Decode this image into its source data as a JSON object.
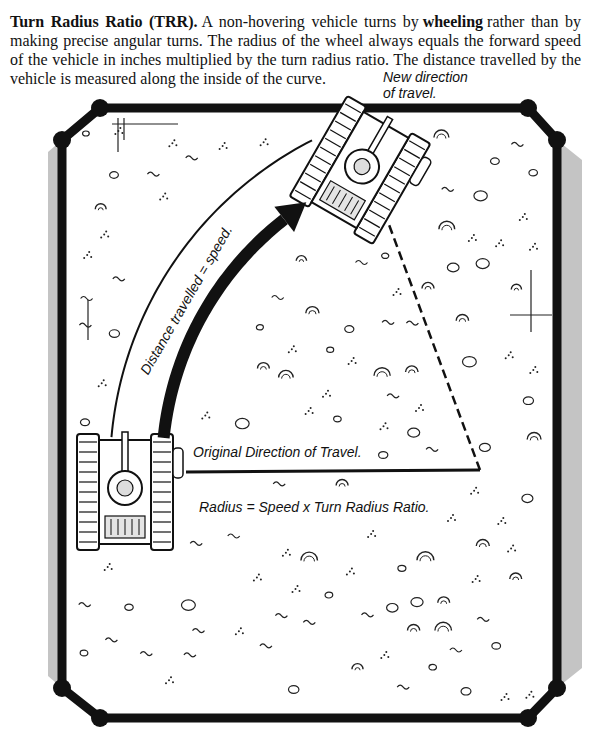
{
  "diagram": {
    "title": "Turn Radius Ratio (TRR).",
    "labels": [
      "A non-hovering vehicle turns by",
      "wheeling",
      "rather than by making precise angular turns. The radius of the wheel always equals the forward speed of the vehicle in inches multiplied by the turn radius ratio. The distance travelled by the vehicle is measured along the inside of the curve.",
      "New direction of travel.",
      "Distance travelled = speed.",
      "Original Direction of Travel.",
      "Radius = Speed x Turn Radius Ratio."
    ]
  }
}
